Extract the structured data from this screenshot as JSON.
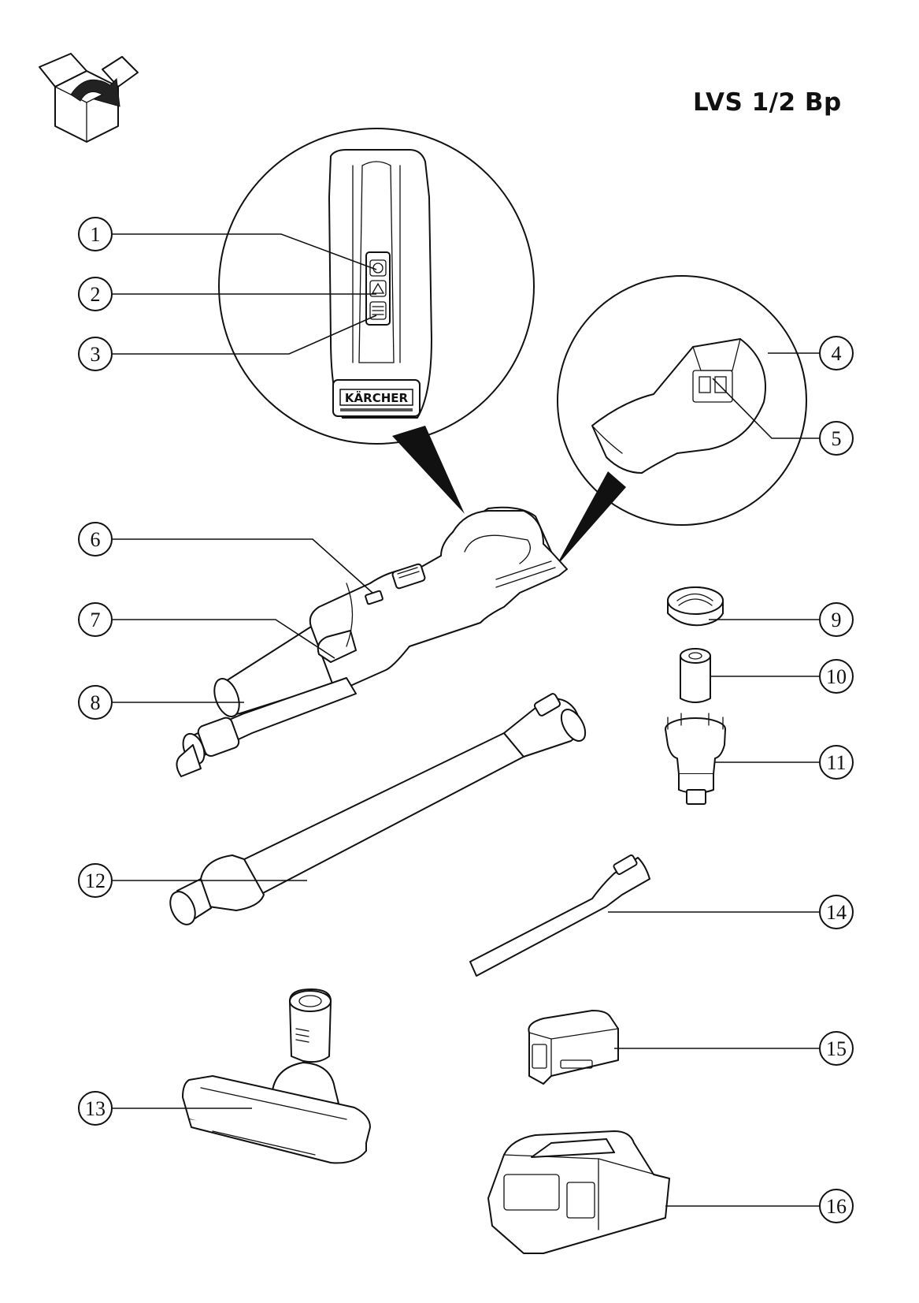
{
  "title": "LVS 1/2 Bp",
  "brand_label": "KÄRCHER",
  "icons": {
    "unpacking": "open-box-arrow-icon"
  },
  "callouts": [
    {
      "n": "1"
    },
    {
      "n": "2"
    },
    {
      "n": "3"
    },
    {
      "n": "4"
    },
    {
      "n": "5"
    },
    {
      "n": "6"
    },
    {
      "n": "7"
    },
    {
      "n": "8"
    },
    {
      "n": "9"
    },
    {
      "n": "10"
    },
    {
      "n": "11"
    },
    {
      "n": "12"
    },
    {
      "n": "13"
    },
    {
      "n": "14"
    },
    {
      "n": "15"
    },
    {
      "n": "16"
    }
  ]
}
